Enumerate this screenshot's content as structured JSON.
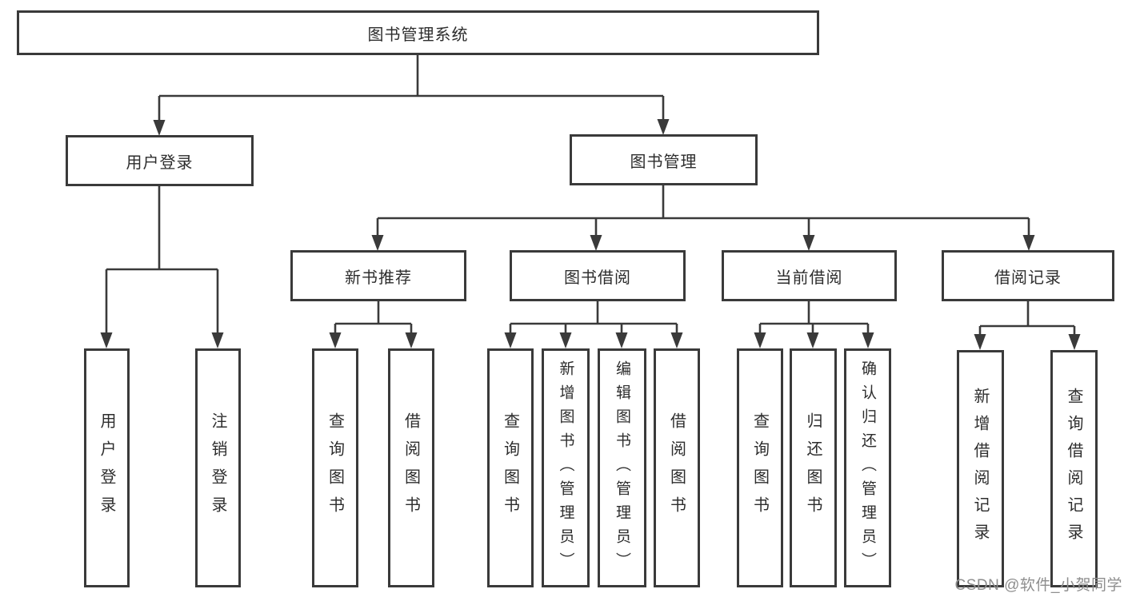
{
  "tree": {
    "root": {
      "label": "图书管理系统"
    },
    "branches": [
      {
        "label": "用户登录",
        "children": [
          {
            "label": "用户登录"
          },
          {
            "label": "注销登录"
          }
        ]
      },
      {
        "label": "图书管理",
        "children": [
          {
            "label": "新书推荐",
            "children": [
              {
                "label": "查询图书"
              },
              {
                "label": "借阅图书"
              }
            ]
          },
          {
            "label": "图书借阅",
            "children": [
              {
                "label": "查询图书"
              },
              {
                "label": "新增图书（管理员）"
              },
              {
                "label": "编辑图书（管理员）"
              },
              {
                "label": "借阅图书"
              }
            ]
          },
          {
            "label": "当前借阅",
            "children": [
              {
                "label": "查询图书"
              },
              {
                "label": "归还图书"
              },
              {
                "label": "确认归还（管理员）"
              }
            ]
          },
          {
            "label": "借阅记录",
            "children": [
              {
                "label": "新增借阅记录"
              },
              {
                "label": "查询借阅记录"
              }
            ]
          }
        ]
      }
    ]
  },
  "watermark": {
    "text": "CSDN @软件_小贺同学"
  },
  "colors": {
    "line": "#3a3a3a",
    "box_border": "#3a3a3a",
    "text": "#2d2d2d",
    "watermark": "#8e8e8e",
    "background": "#ffffff"
  }
}
